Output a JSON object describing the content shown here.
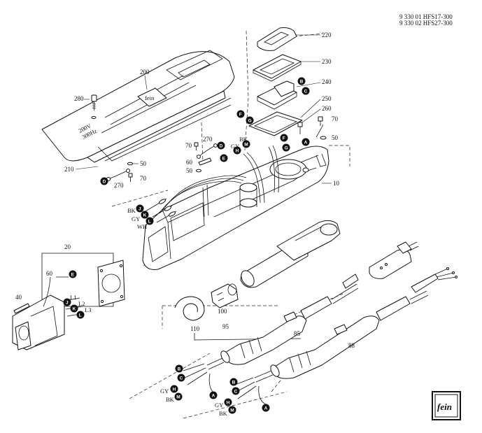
{
  "header": {
    "line1": "9 330 01 HFS17-300",
    "line2": "9 330 02 HFS27-300"
  },
  "parts": {
    "p10": "10",
    "p20": "20",
    "p40": "40",
    "p50a": "50",
    "p50b": "50",
    "p50c": "50",
    "p60a": "60",
    "p60b": "60",
    "p70a": "70",
    "p70b": "70",
    "p70c": "70",
    "p85": "85",
    "p88": "88",
    "p95": "95",
    "p100": "100",
    "p110": "110",
    "p200": "200",
    "p210": "210",
    "p220": "220",
    "p230": "230",
    "p240": "240",
    "p250": "250",
    "p260": "260",
    "p270a": "270",
    "p270b": "270",
    "p280": "280"
  },
  "wire_labels": {
    "bk1": "BK",
    "gy1": "GY",
    "wh1": "WH",
    "gy2": "GY",
    "bk2": "BK",
    "gy3": "GY",
    "bk3": "BK",
    "gy4": "GY",
    "bk4": "BK",
    "l1": "L1",
    "l2": "L2",
    "l3": "L3"
  },
  "cover_marking": {
    "voltage": "200V",
    "frequency": "300Hz"
  },
  "logo": {
    "text": "fein"
  },
  "ref_letters": {
    "A": "A",
    "B": "B",
    "C": "C",
    "D": "D",
    "E": "E",
    "F": "F",
    "G": "G",
    "H": "H",
    "J": "J",
    "K": "K",
    "L": "L",
    "M": "M"
  }
}
